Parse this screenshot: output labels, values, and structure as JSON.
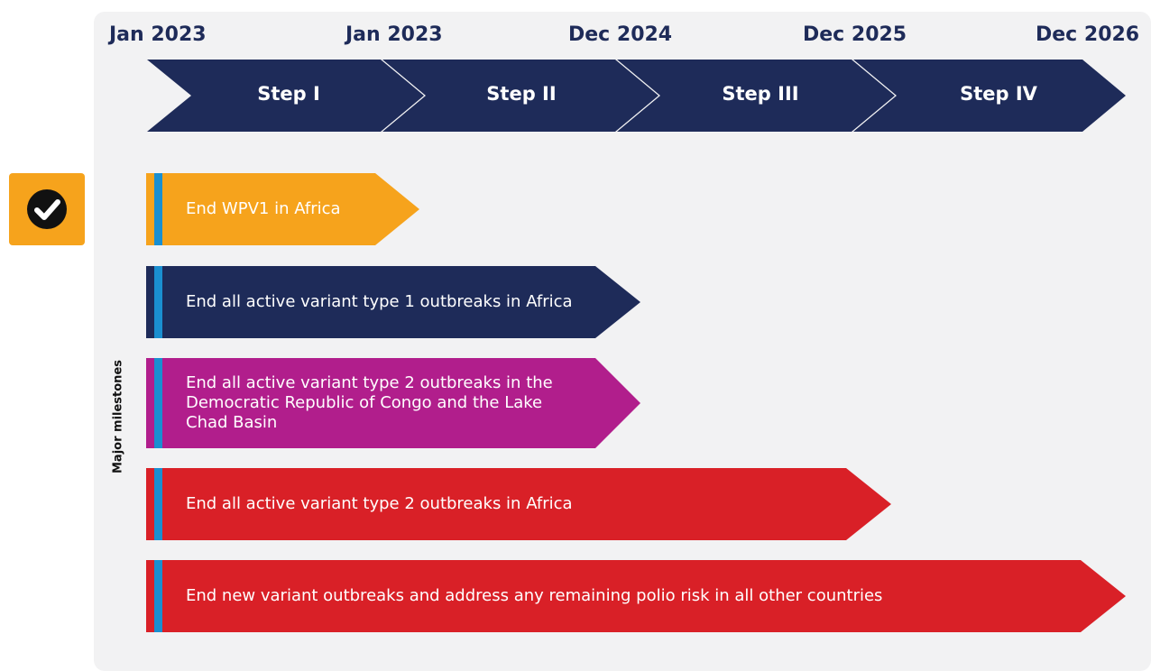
{
  "timeline": {
    "dates": [
      "Jan 2023",
      "Jan 2023",
      "Dec 2024",
      "Dec 2025",
      "Dec 2026"
    ],
    "steps": [
      "Step I",
      "Step II",
      "Step III",
      "Step IV"
    ],
    "step_color": "#1e2b59"
  },
  "side_label": "Major milestones",
  "completed_icon": "check-circle-icon",
  "milestones": [
    {
      "label": "End WPV1 in Africa",
      "color": "#f6a31c",
      "completed": true
    },
    {
      "label": "End all active variant type 1 outbreaks in Africa",
      "color": "#1e2b59"
    },
    {
      "label": "End all active variant type 2 outbreaks in the Democratic Republic of Congo and the Lake Chad Basin",
      "color": "#b11e8c"
    },
    {
      "label": "End all active variant type 2 outbreaks in Africa",
      "color": "#d92027"
    },
    {
      "label": "End new variant outbreaks and address any remaining polio risk in all other countries",
      "color": "#d92027"
    }
  ],
  "accent_bar_color": "#1a8fd0"
}
